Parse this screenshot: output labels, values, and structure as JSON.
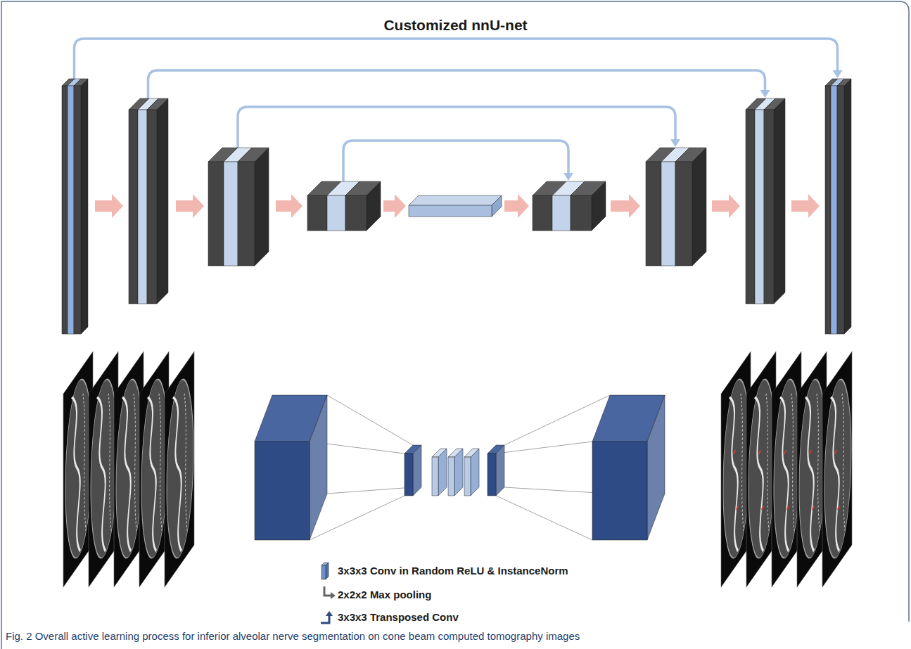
{
  "diagram": {
    "title": "Customized nnU-net",
    "caption": "Fig. 2 Overall active learning process for inferior alveolar nerve segmentation on cone beam computed tomography images",
    "legend": [
      {
        "text": "3x3x3 Conv in Random ReLU & InstanceNorm"
      },
      {
        "text": "2x2x2 Max pooling"
      },
      {
        "text": "3x3x3 Transposed Conv"
      }
    ]
  }
}
